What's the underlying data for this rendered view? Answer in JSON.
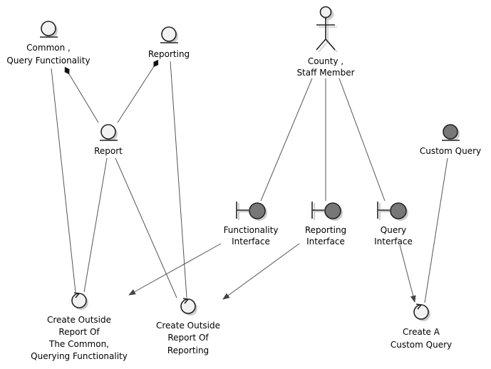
{
  "nodes": {
    "common": {
      "lines": [
        "Common ,",
        "Query Functionality"
      ],
      "kind": "entity"
    },
    "reporting": {
      "lines": [
        "Reporting"
      ],
      "kind": "entity"
    },
    "county": {
      "lines": [
        "County ,",
        "Staff Member"
      ],
      "kind": "actor"
    },
    "report": {
      "lines": [
        "Report"
      ],
      "kind": "entity"
    },
    "custom_query": {
      "lines": [
        "Custom Query"
      ],
      "kind": "entity-dark"
    },
    "functionality_interface": {
      "lines": [
        "Functionality",
        "Interface"
      ],
      "kind": "boundary"
    },
    "reporting_interface": {
      "lines": [
        "Reporting",
        "Interface"
      ],
      "kind": "boundary"
    },
    "query_interface": {
      "lines": [
        "Query",
        "Interface"
      ],
      "kind": "boundary"
    },
    "create_common": {
      "lines": [
        "Create Outside",
        "Report Of",
        "The Common,",
        "Querying Functionality"
      ],
      "kind": "control"
    },
    "create_reporting": {
      "lines": [
        "Create Outside",
        "Report Of",
        "Reporting"
      ],
      "kind": "control"
    },
    "create_custom": {
      "lines": [
        "Create A",
        "Custom Query"
      ],
      "kind": "control"
    }
  },
  "colors": {
    "line": "#555555",
    "dark_fill": "#777777",
    "light_fill": "#f2f2f2",
    "shadow": "#cccccc"
  }
}
